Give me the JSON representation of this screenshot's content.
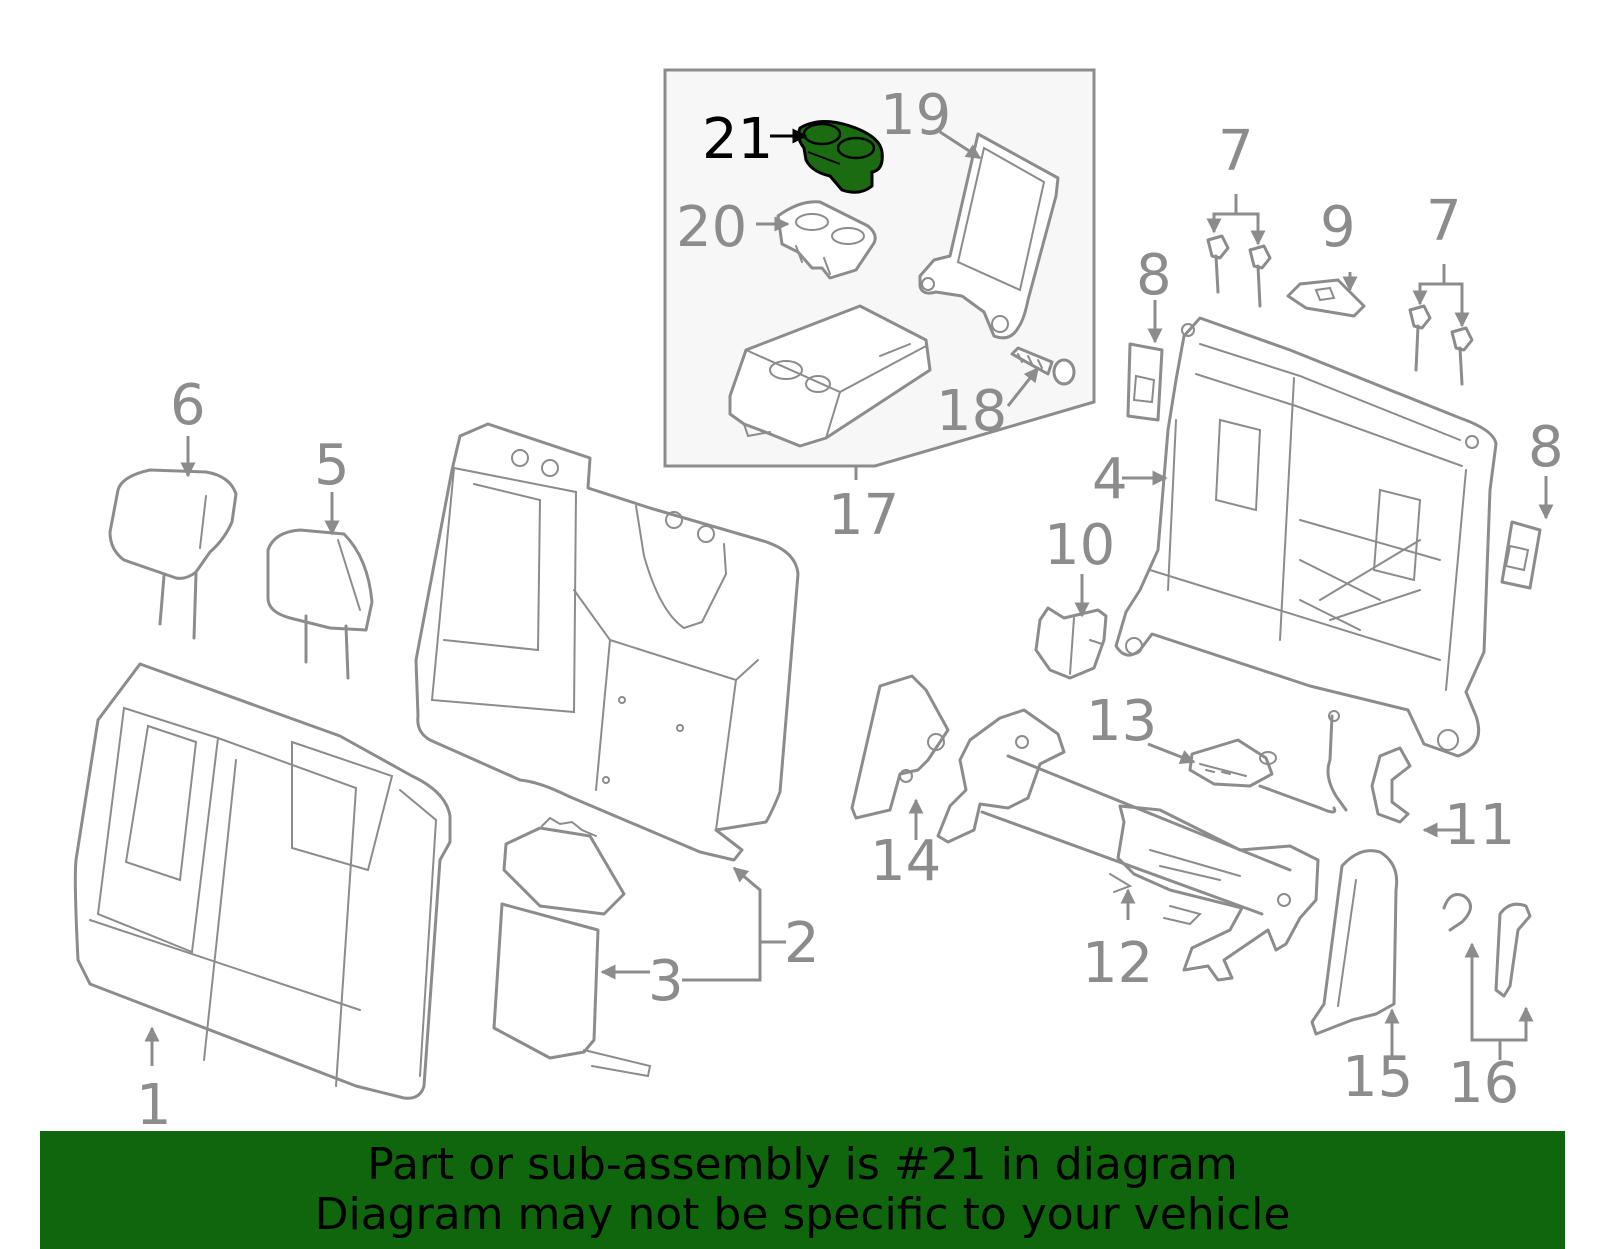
{
  "diagram": {
    "highlight_color": "#1b6b12",
    "line_color": "#8c8c8c",
    "highlighted_part": "21",
    "callouts": {
      "c1": "1",
      "c2": "2",
      "c3": "3",
      "c4": "4",
      "c5": "5",
      "c6": "6",
      "c7a": "7",
      "c7b": "7",
      "c8a": "8",
      "c8b": "8",
      "c9": "9",
      "c10": "10",
      "c11": "11",
      "c12": "12",
      "c13": "13",
      "c14": "14",
      "c15": "15",
      "c16": "16",
      "c17": "17",
      "c18": "18",
      "c19": "19",
      "c20": "20",
      "c21": "21"
    }
  },
  "banner": {
    "background": "#0f660c",
    "line1": "Part or sub-assembly is #21 in diagram",
    "line2": "Diagram may not be specific to your vehicle"
  }
}
